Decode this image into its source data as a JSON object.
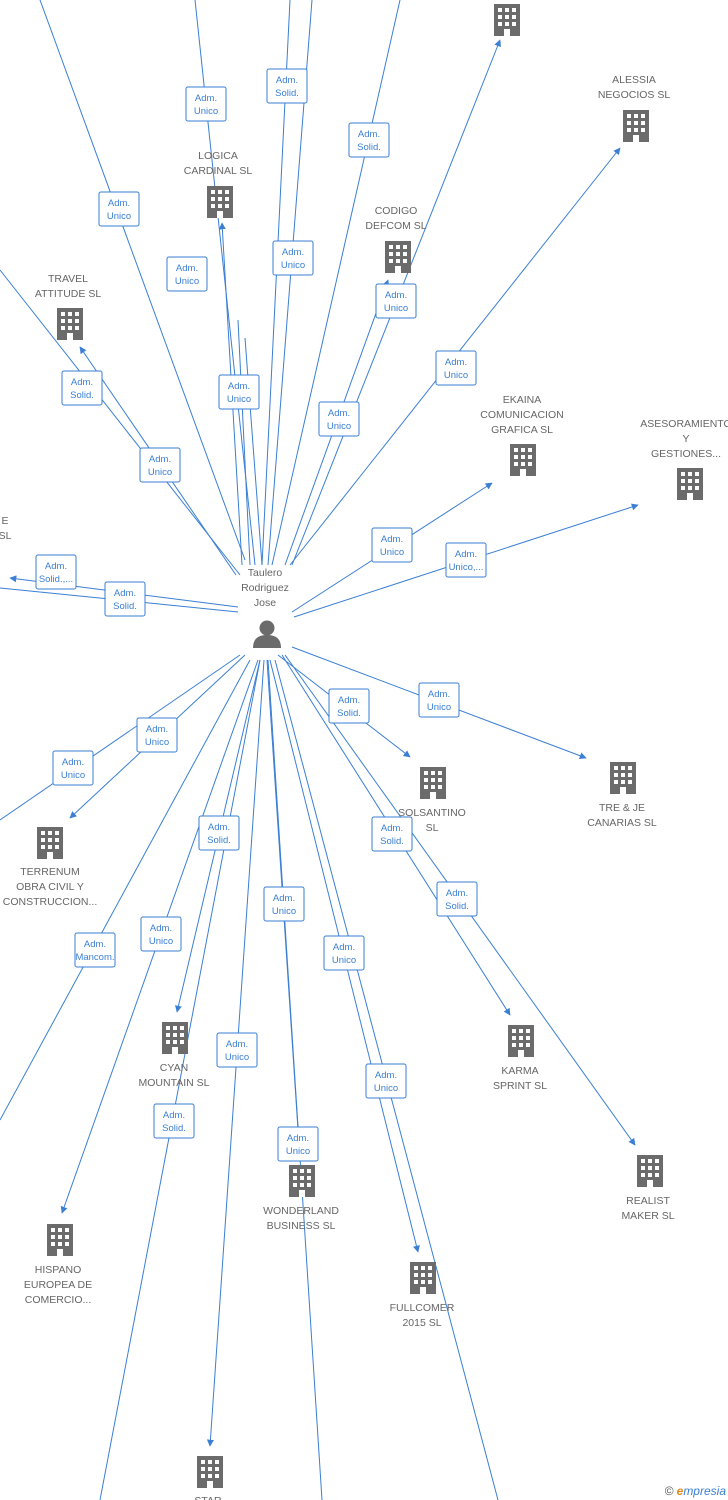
{
  "center": {
    "name_lines": [
      "Taulero",
      "Rodriguez",
      "Jose"
    ],
    "icon": "person-icon"
  },
  "colors": {
    "edge": "#3a7fd4",
    "node": "#6b6b6b",
    "text": "#666666"
  },
  "companies": [
    {
      "id": "top-partial",
      "lines": []
    },
    {
      "id": "alessia",
      "lines": [
        "ALESSIA",
        "NEGOCIOS SL"
      ]
    },
    {
      "id": "logica",
      "lines": [
        "LOGICA",
        "CARDINAL SL"
      ]
    },
    {
      "id": "codigo",
      "lines": [
        "CODIGO",
        "DEFCOM SL"
      ]
    },
    {
      "id": "travel",
      "lines": [
        "TRAVEL",
        "ATTITUDE SL"
      ]
    },
    {
      "id": "ekaina",
      "lines": [
        "EKAINA",
        "COMUNICACION",
        "GRAFICA SL"
      ]
    },
    {
      "id": "asesoramiento",
      "lines": [
        "ASESORAMIENTO",
        "Y",
        "GESTIONES..."
      ]
    },
    {
      "id": "left-partial",
      "lines": [
        "E",
        "SL"
      ]
    },
    {
      "id": "tre",
      "lines": [
        "TRE & JE",
        "CANARIAS SL"
      ]
    },
    {
      "id": "solsantino",
      "lines": [
        "SOLSANTINO",
        "SL"
      ]
    },
    {
      "id": "terrenum",
      "lines": [
        "TERRENUM",
        "OBRA CIVIL Y",
        "CONSTRUCCION..."
      ]
    },
    {
      "id": "karma",
      "lines": [
        "KARMA",
        "SPRINT SL"
      ]
    },
    {
      "id": "realist",
      "lines": [
        "REALIST",
        "MAKER SL"
      ]
    },
    {
      "id": "cyan",
      "lines": [
        "CYAN",
        "MOUNTAIN SL"
      ]
    },
    {
      "id": "wonderland",
      "lines": [
        "WONDERLAND",
        "BUSINESS SL"
      ]
    },
    {
      "id": "hispano",
      "lines": [
        "HISPANO",
        "EUROPEA DE",
        "COMERCIO..."
      ]
    },
    {
      "id": "fullcomer",
      "lines": [
        "FULLCOMER",
        "2015 SL"
      ]
    },
    {
      "id": "star",
      "lines": [
        "STAR"
      ]
    }
  ],
  "edge_labels": [
    [
      "Adm.",
      "Unico"
    ],
    [
      "Adm.",
      "Solid."
    ],
    [
      "Adm.",
      "Solid."
    ],
    [
      "Adm.",
      "Unico"
    ],
    [
      "Adm.",
      "Unico"
    ],
    [
      "Adm.",
      "Unico"
    ],
    [
      "Adm.",
      "Unico"
    ],
    [
      "Adm.",
      "Unico"
    ],
    [
      "Adm.",
      "Unico"
    ],
    [
      "Adm.",
      "Solid."
    ],
    [
      "Adm.",
      "Unico"
    ],
    [
      "Adm.",
      "Unico"
    ],
    [
      "Adm.",
      "Unico"
    ],
    [
      "Adm.",
      "Unico,..."
    ],
    [
      "Adm.",
      "Solid.,..."
    ],
    [
      "Adm.",
      "Solid."
    ],
    [
      "Adm.",
      "Unico"
    ],
    [
      "Adm.",
      "Unico"
    ],
    [
      "Adm.",
      "Solid."
    ],
    [
      "Adm.",
      "Unico"
    ],
    [
      "Adm.",
      "Solid."
    ],
    [
      "Adm.",
      "Solid."
    ],
    [
      "Adm.",
      "Unico"
    ],
    [
      "Adm.",
      "Solid."
    ],
    [
      "Adm.",
      "Unico"
    ],
    [
      "Adm.",
      "Mancom."
    ],
    [
      "Adm.",
      "Unico"
    ],
    [
      "Adm.",
      "Unico"
    ],
    [
      "Adm.",
      "Solid."
    ],
    [
      "Adm.",
      "Unico"
    ],
    [
      "Adm.",
      "Unico"
    ],
    [
      "Adm.",
      "Unico"
    ]
  ],
  "footer": {
    "copyright": "©",
    "brand_initial": "e",
    "brand_rest": "mpresia"
  }
}
